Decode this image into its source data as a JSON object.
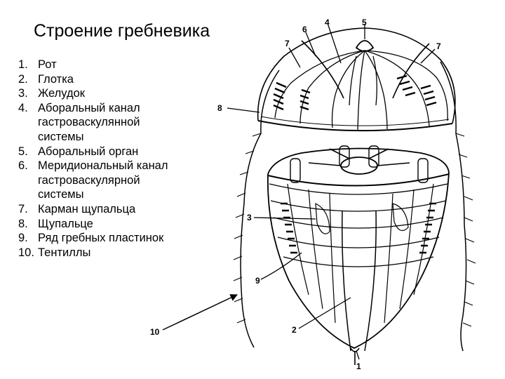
{
  "title": "Строение гребневика",
  "legend": [
    {
      "num": "1.",
      "text": "Рот"
    },
    {
      "num": "2.",
      "text": "Глотка"
    },
    {
      "num": "3.",
      "text": "Желудок"
    },
    {
      "num": "4.",
      "text": "Аборальный канал\n гастроваскулянной\n системы"
    },
    {
      "num": "5.",
      "text": "Аборальный орган"
    },
    {
      "num": "6.",
      "text": "Меридиональный канал\n гастроваскулярной\n системы"
    },
    {
      "num": "7.",
      "text": "Карман щупальца"
    },
    {
      "num": "8.",
      "text": "Щупальце"
    },
    {
      "num": "9.",
      "text": "Ряд гребных пластинок"
    },
    {
      "num": "10.",
      "text": "Тентиллы"
    }
  ],
  "callouts": {
    "l1": "1",
    "l2": "2",
    "l3": "3",
    "l4": "4",
    "l5": "5",
    "l6": "6",
    "l7a": "7",
    "l7b": "7",
    "l8": "8",
    "l9": "9",
    "l10": "10"
  }
}
